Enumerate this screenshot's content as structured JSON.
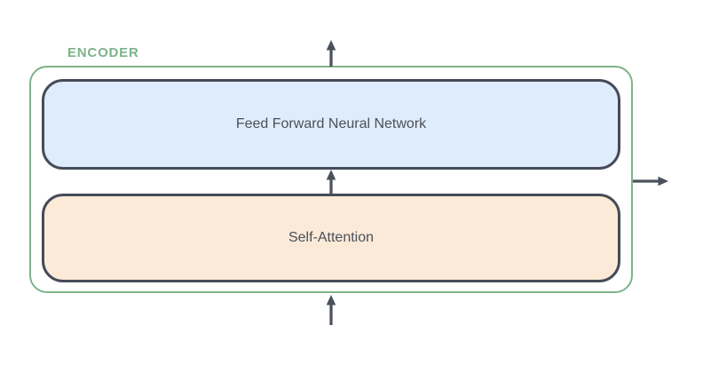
{
  "diagram": {
    "encoder_label": "ENCODER",
    "blocks": [
      {
        "id": "feed-forward",
        "label": "Feed Forward Neural Network",
        "fill": "#DFECFC"
      },
      {
        "id": "self-attention",
        "label": "Self-Attention",
        "fill": "#FCEAD9"
      }
    ],
    "arrows": [
      {
        "name": "input-arrow-bottom",
        "direction": "up"
      },
      {
        "name": "inter-block-arrow",
        "direction": "up"
      },
      {
        "name": "output-arrow-top",
        "direction": "up"
      },
      {
        "name": "output-arrow-right",
        "direction": "right"
      }
    ],
    "colors": {
      "encoder_border": "#7DB389",
      "encoder_label": "#7DB389",
      "block_border": "#454B57",
      "block_text": "#4A5059",
      "arrow": "#4A505C",
      "feed_forward_fill": "#DFECFC",
      "self_attention_fill": "#FCEAD9",
      "background": "#FFFFFF"
    }
  }
}
